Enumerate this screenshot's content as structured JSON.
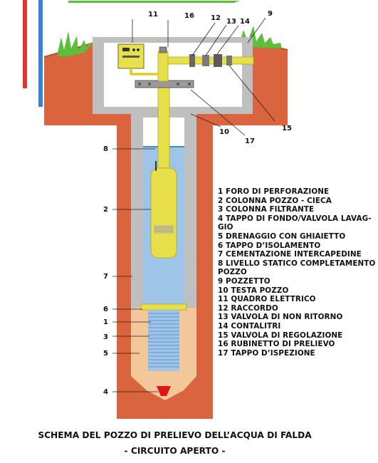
{
  "title_line1": "SCHEMA  DEL POZZO DI PRELIEVO DELL’ACQUA DI FALDA",
  "title_line2": "- CIRCUITO APERTO -",
  "legend": [
    "1 FORO DI PERFORAZIONE",
    "2 COLONNA POZZO - CIECA",
    "3 COLONNA FILTRANTE",
    "4 TAPPO DI FONDO/VALVOLA  LAVAG-",
    "GIO",
    "5 DRENAGGIO CON GHIAIETTO",
    "6 TAPPO D’ISOLAMENTO",
    "7 CEMENTAZIONE INTERCAPEDINE",
    "8 LIVELLO STATICO COMPLETAMENTO",
    "POZZO",
    "9 POZZETTO",
    "10 TESTA POZZO",
    "11 QUADRO ELETTRICO",
    "12 RACCORDO",
    "13 VALVOLA DI NON RITORNO",
    "14 CONTALITRI",
    "15 VALVOLA DI REGOLAZIONE",
    "16 RUBINETTO DI PRELIEVO",
    "17 TAPPO D’ISPEZIONE"
  ],
  "callouts": {
    "c11": "11",
    "c16": "16",
    "c12": "12",
    "c13": "13",
    "c14": "14",
    "c9": "9",
    "c15": "15",
    "c10": "10",
    "c17": "17",
    "c8": "8",
    "c2": "2",
    "c7": "7",
    "c6": "6",
    "c1": "1",
    "c3": "3",
    "c5": "5",
    "c4": "4"
  },
  "colors": {
    "soil": "#d9643e",
    "soil_dark": "#c25a31",
    "cement": "#bfbfbf",
    "water": "#9ec4e8",
    "pump": "#e8e04a",
    "gravel": "#f3c79a",
    "grass": "#5bbf3c",
    "red_bar": "#e3342f",
    "blue_bar": "#3a7fd9",
    "arrow_red": "#e01414"
  }
}
